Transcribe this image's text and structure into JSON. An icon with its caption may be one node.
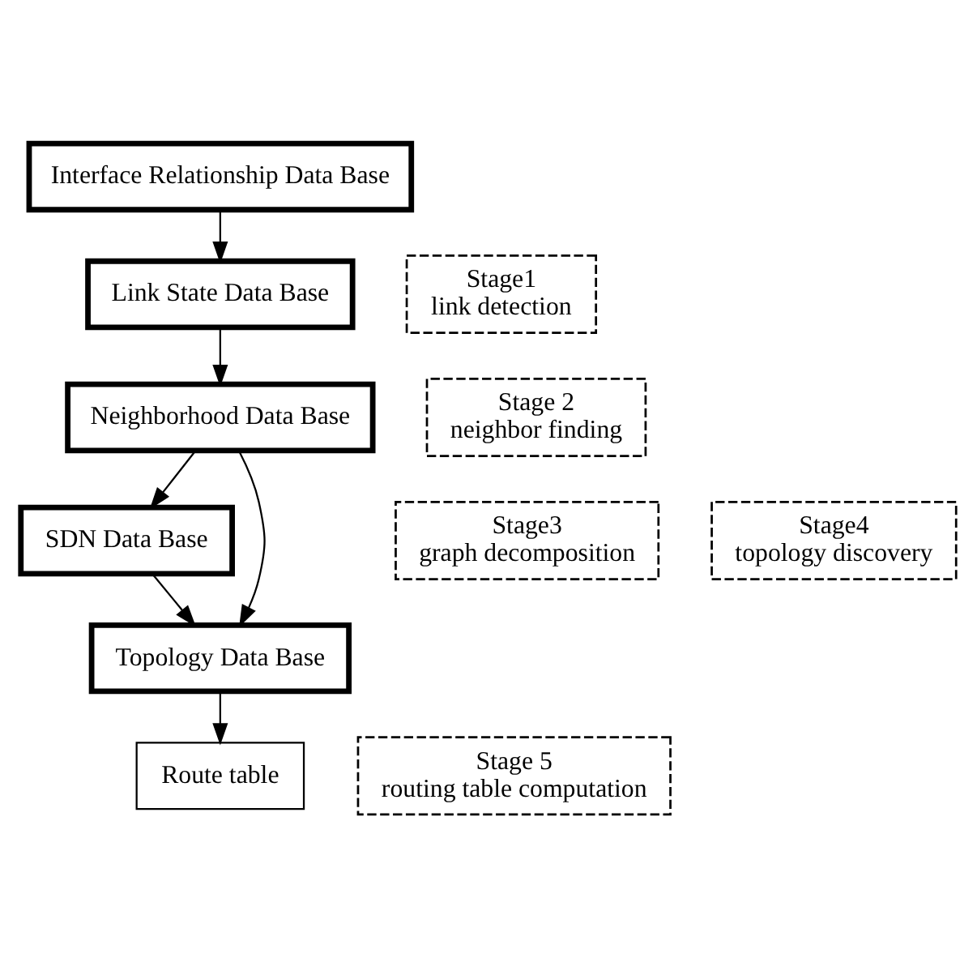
{
  "diagram": {
    "nodes": [
      {
        "text": [
          "Interface Relationship Data Base"
        ]
      },
      {
        "text": [
          "Stage1 link detection"
        ]
      },
      {
        "text": [
          "Link State Data Base"
        ]
      },
      {
        "text": [
          "Stage 2 neighbor finding"
        ]
      },
      {
        "text": [
          "Neighborhood Data Base"
        ]
      },
      {
        "text": [
          "Stage3 graph decomposition"
        ]
      },
      {
        "text": [
          "SDN Data Base"
        ]
      },
      {
        "text": [
          "Stage4 topology discovery"
        ]
      },
      {
        "text": [
          "Topology Data Base"
        ]
      },
      {
        "text": [
          "Stage 5 routing table computation"
        ]
      },
      {
        "text": [
          "Route table"
        ]
      }
    ],
    "edges": [
      {
        "from": 0,
        "to": 2,
        "arrow": "to"
      },
      {
        "from": 2,
        "to": 4,
        "arrow": "to"
      },
      {
        "from": 4,
        "to": 6,
        "arrow": "to"
      },
      {
        "from": 4,
        "to": 8,
        "arrow": "to"
      },
      {
        "from": 6,
        "to": 8,
        "arrow": "to"
      },
      {
        "from": 8,
        "to": 10,
        "arrow": "to"
      }
    ]
  }
}
